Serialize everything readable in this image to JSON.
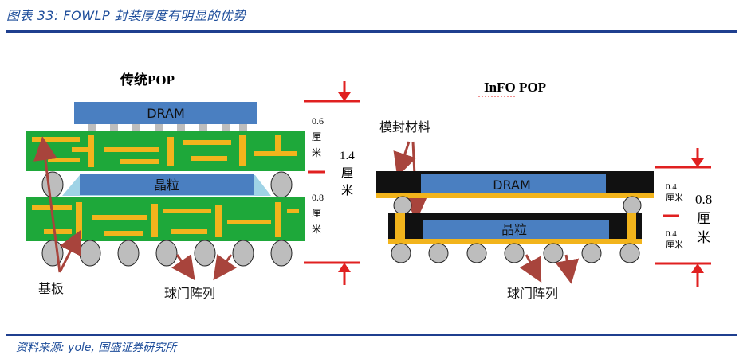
{
  "figure_title": "图表 33:  FOWLP 封装厚度有明显的优势",
  "source": "资料来源: yole, 国盛证券研究所",
  "left_panel": {
    "heading": "传统POP",
    "dram_label": "DRAM",
    "die_label": "晶粒",
    "substrate_label": "基板",
    "bga_label": "球门阵列",
    "dim_top_value": "0.6",
    "dim_bottom_value": "0.8",
    "dim_total_value": "1.4",
    "unit_char_1": "厘",
    "unit_char_2": "米"
  },
  "right_panel": {
    "heading": "InFO POP",
    "mold_label": "模封材料",
    "dram_label": "DRAM",
    "die_label": "晶粒",
    "bga_label": "球门阵列",
    "dim_top_value": "0.4",
    "dim_bottom_value": "0.4",
    "dim_total_value": "0.8",
    "unit_small": "厘米",
    "unit_char_1": "厘",
    "unit_char_2": "米"
  },
  "colors": {
    "title_blue": "#1f4e9b",
    "rule_blue": "#1f3f8f",
    "dram_blue": "#4a7fc1",
    "pcb_green": "#1ea83a",
    "trace_yellow": "#f2b41c",
    "ball_gray": "#bdbdbd",
    "mold_black": "#111111",
    "arrow_red": "#e02020",
    "pointer_brown": "#a8443c"
  }
}
